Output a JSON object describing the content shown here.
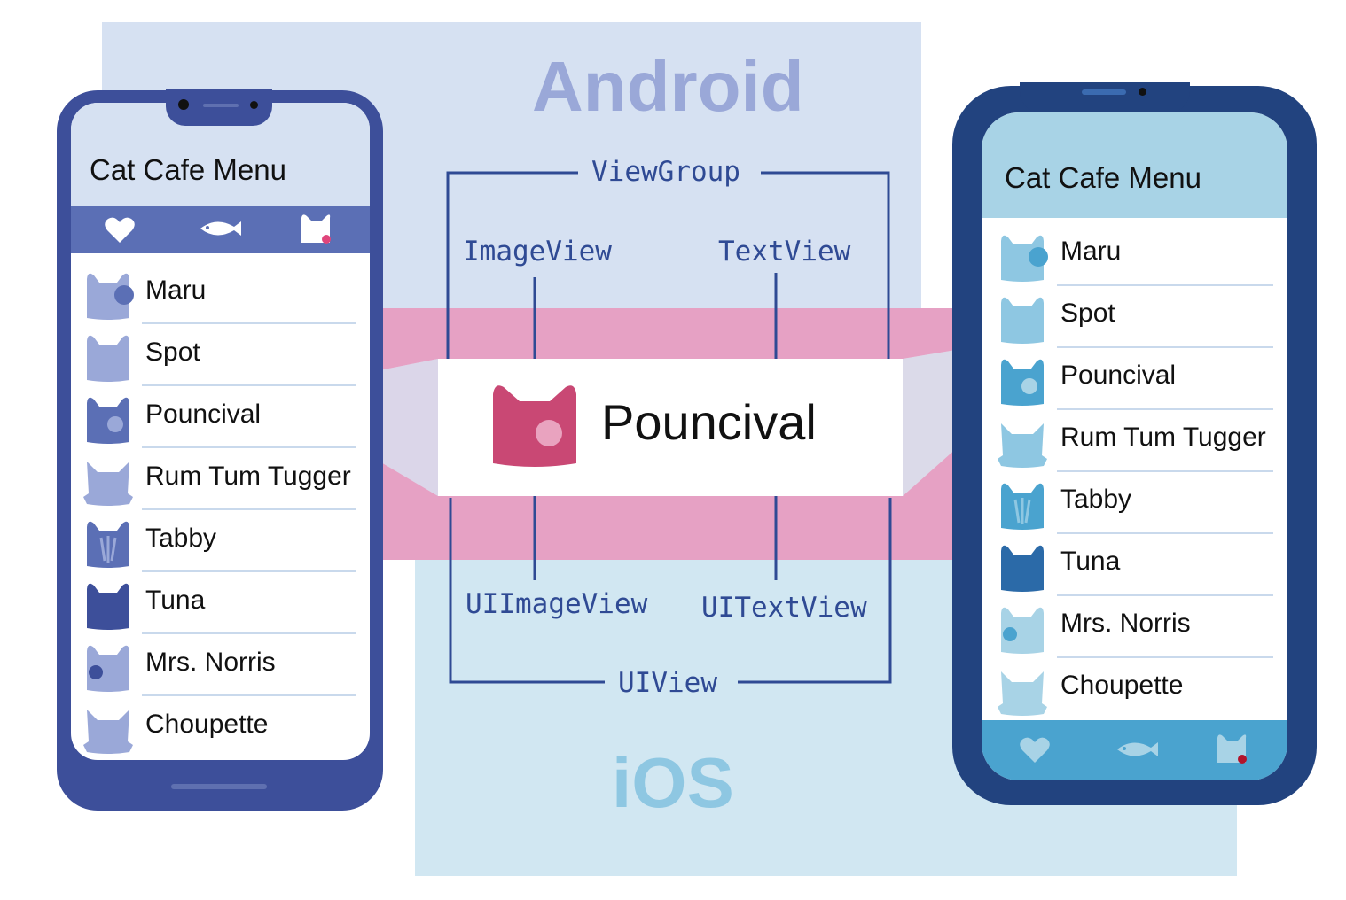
{
  "diagram": {
    "android_label": "Android",
    "ios_label": "iOS",
    "view_group_label": "ViewGroup",
    "image_view_label": "ImageView",
    "text_view_label": "TextView",
    "ui_image_view_label": "UIImageView",
    "ui_text_view_label": "UITextView",
    "ui_view_label": "UIView",
    "center_item_name": "Pouncival"
  },
  "android_app": {
    "title": "Cat Cafe Menu",
    "tabs": [
      "heart-icon",
      "fish-icon",
      "cat-icon"
    ],
    "items": [
      {
        "name": "Maru",
        "icon": "cat-maru-icon"
      },
      {
        "name": "Spot",
        "icon": "cat-spot-icon"
      },
      {
        "name": "Pouncival",
        "icon": "cat-pouncival-icon"
      },
      {
        "name": "Rum Tum Tugger",
        "icon": "cat-rum-tum-tugger-icon"
      },
      {
        "name": "Tabby",
        "icon": "cat-tabby-icon"
      },
      {
        "name": "Tuna",
        "icon": "cat-tuna-icon"
      },
      {
        "name": "Mrs. Norris",
        "icon": "cat-mrs-norris-icon"
      },
      {
        "name": "Choupette",
        "icon": "cat-choupette-icon"
      }
    ]
  },
  "ios_app": {
    "title": "Cat Cafe Menu",
    "tabs": [
      "heart-icon",
      "fish-icon",
      "cat-icon"
    ],
    "items": [
      {
        "name": "Maru",
        "icon": "cat-maru-icon"
      },
      {
        "name": "Spot",
        "icon": "cat-spot-icon"
      },
      {
        "name": "Pouncival",
        "icon": "cat-pouncival-icon"
      },
      {
        "name": "Rum Tum Tugger",
        "icon": "cat-rum-tum-tugger-icon"
      },
      {
        "name": "Tabby",
        "icon": "cat-tabby-icon"
      },
      {
        "name": "Tuna",
        "icon": "cat-tuna-icon"
      },
      {
        "name": "Mrs. Norris",
        "icon": "cat-mrs-norris-icon"
      },
      {
        "name": "Choupette",
        "icon": "cat-choupette-icon"
      }
    ]
  },
  "colors": {
    "android_dark": "#3d4f9a",
    "android_mid": "#5b6fb5",
    "android_light": "#9aa8d8",
    "ios_dark": "#22437f",
    "ios_mid": "#4aa3cf",
    "ios_light": "#8ec7e2",
    "pink": "#e6a1c4",
    "accent_cat": "#c94874"
  }
}
